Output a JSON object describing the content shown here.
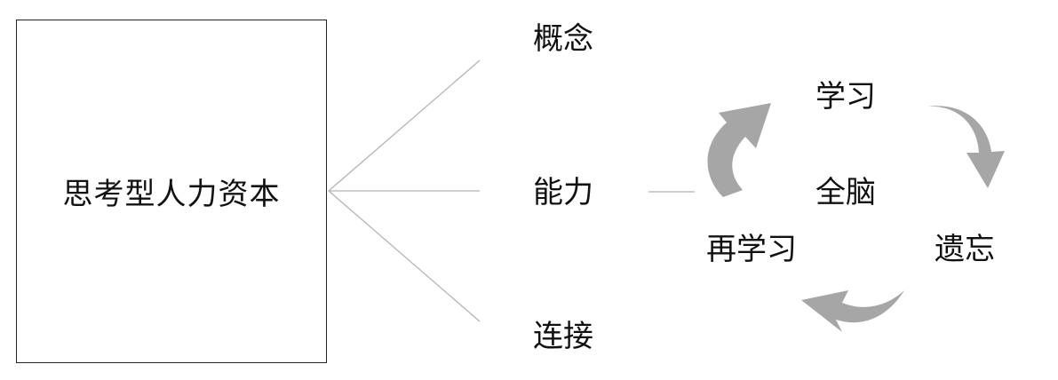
{
  "diagram": {
    "main_box_label": "思考型人力资本",
    "branches": {
      "concept": "概念",
      "ability": "能力",
      "connect": "连接"
    },
    "cycle": {
      "center": "全脑",
      "learn": "学习",
      "forget": "遗忘",
      "relearn": "再学习"
    }
  },
  "colors": {
    "arrow": "#a6a6a6",
    "line": "#b4b4b4",
    "text": "#111111",
    "border": "#222222"
  }
}
